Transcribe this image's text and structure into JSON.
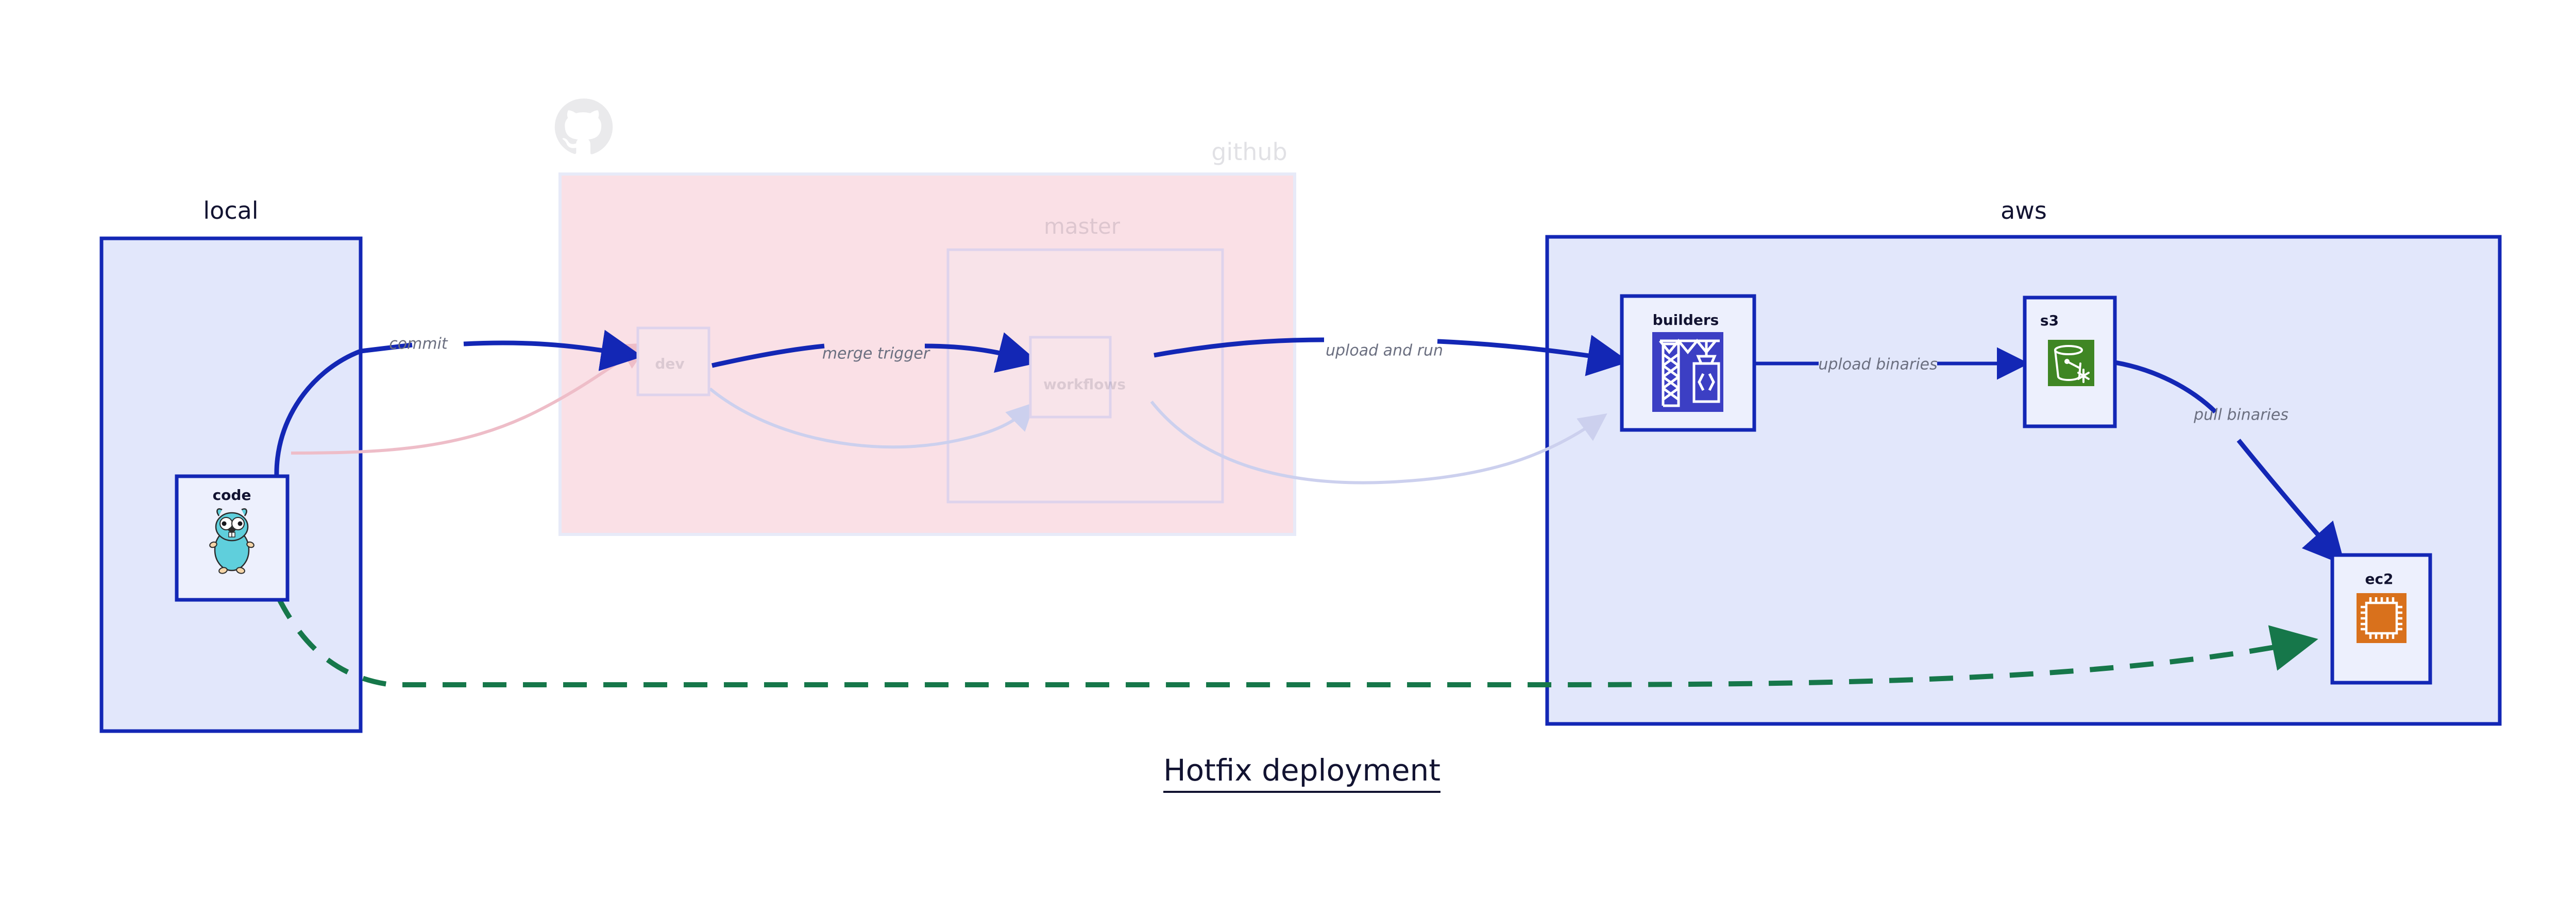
{
  "title": "Hotfix deployment",
  "groups": [
    {
      "id": "local",
      "label": "local",
      "style": "solid-blue"
    },
    {
      "id": "github",
      "label": "github",
      "style": "faded-pink"
    },
    {
      "id": "aws",
      "label": "aws",
      "style": "solid-blue"
    }
  ],
  "nodes": [
    {
      "id": "code",
      "label": "code",
      "group": "local",
      "icon": "go-gopher-icon",
      "faded": false
    },
    {
      "id": "dev",
      "label": "dev",
      "group": "github",
      "icon": "none",
      "faded": true
    },
    {
      "id": "master",
      "label": "master",
      "group": "github",
      "icon": "none",
      "faded": true
    },
    {
      "id": "workflows",
      "label": "workflows",
      "group": "master",
      "icon": "none",
      "faded": true
    },
    {
      "id": "builders",
      "label": "builders",
      "group": "aws",
      "icon": "aws-codebuild-icon",
      "faded": false
    },
    {
      "id": "s3",
      "label": "s3",
      "group": "aws",
      "icon": "aws-s3-bucket-icon",
      "faded": false
    },
    {
      "id": "ec2",
      "label": "ec2",
      "group": "aws",
      "icon": "aws-ec2-chip-icon",
      "faded": false
    }
  ],
  "edges": [
    {
      "from": "code",
      "to": "dev",
      "label": "commit",
      "style": "solid",
      "color": "#1327b5"
    },
    {
      "from": "dev",
      "to": "workflows",
      "label": "merge trigger",
      "style": "solid",
      "color": "#1327b5"
    },
    {
      "from": "workflows",
      "to": "builders",
      "label": "upload and run",
      "style": "solid",
      "color": "#1327b5"
    },
    {
      "from": "builders",
      "to": "s3",
      "label": "upload binaries",
      "style": "solid",
      "color": "#1327b5"
    },
    {
      "from": "s3",
      "to": "ec2",
      "label": "pull binaries",
      "style": "solid",
      "color": "#1327b5"
    },
    {
      "from": "code",
      "to": "ec2",
      "label": "",
      "style": "dashed",
      "color": "#16774a"
    },
    {
      "from": "code",
      "to": "dev",
      "label": "",
      "style": "faded",
      "color": "#e8b9c4"
    },
    {
      "from": "dev",
      "to": "workflows",
      "label": "",
      "style": "faded",
      "color": "#c9ccec"
    },
    {
      "from": "workflows",
      "to": "builders",
      "label": "",
      "style": "faded",
      "color": "#c9ccec"
    }
  ],
  "colors": {
    "group_blue_fill": "#e2e7fb",
    "group_blue_border": "#1327b5",
    "group_pink_fill": "#fae0e6",
    "node_fill": "#edf0fd",
    "edge_blue": "#1327b5",
    "edge_green": "#16774a",
    "label_gray": "#6b6f80",
    "text_dark": "#121331",
    "codebuild_blue": "#3c3fc4",
    "s3_green": "#3f8624",
    "ec2_orange": "#d9711c",
    "gopher_teal": "#5fcfdc"
  }
}
